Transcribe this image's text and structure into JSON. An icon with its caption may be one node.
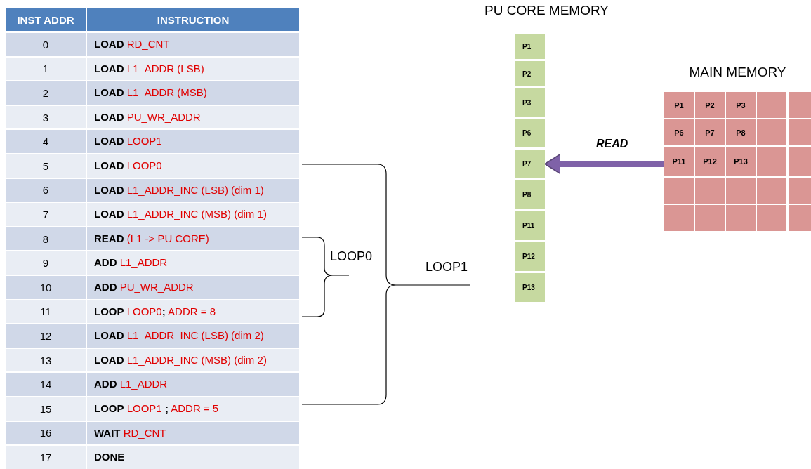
{
  "diagram": {
    "nodes": [
      {
        "text": [
          "PU CORE MEMORY"
        ]
      },
      {
        "text": [
          "P1"
        ],
        "in": 0
      },
      {
        "text": [
          "P2"
        ],
        "in": 0
      },
      {
        "text": [
          "P3"
        ],
        "in": 0
      },
      {
        "text": [
          "P6"
        ],
        "in": 0
      },
      {
        "text": [
          "P7"
        ],
        "in": 0
      },
      {
        "text": [
          "P8"
        ],
        "in": 0
      },
      {
        "text": [
          "P11"
        ],
        "in": 0
      },
      {
        "text": [
          "P12"
        ],
        "in": 0
      },
      {
        "text": [
          "P13"
        ],
        "in": 0
      },
      {
        "text": [
          "MAIN MEMORY"
        ]
      },
      {
        "text": [
          "P1"
        ],
        "in": 10
      },
      {
        "text": [
          "P2"
        ],
        "in": 10
      },
      {
        "text": [
          "P3"
        ],
        "in": 10
      },
      {
        "text": [],
        "shape": "box",
        "in": 10
      },
      {
        "text": [],
        "shape": "box",
        "in": 10
      },
      {
        "text": [
          "P6"
        ],
        "in": 10
      },
      {
        "text": [
          "P7"
        ],
        "in": 10
      },
      {
        "text": [
          "P8"
        ],
        "in": 10
      },
      {
        "text": [],
        "shape": "box",
        "in": 10
      },
      {
        "text": [],
        "shape": "box",
        "in": 10
      },
      {
        "text": [
          "P11"
        ],
        "in": 10
      },
      {
        "text": [
          "P12"
        ],
        "in": 10
      },
      {
        "text": [
          "P13"
        ],
        "in": 10
      },
      {
        "text": [],
        "shape": "box",
        "in": 10
      },
      {
        "text": [],
        "shape": "box",
        "in": 10
      },
      {
        "text": [],
        "shape": "box",
        "in": 10
      },
      {
        "text": [],
        "shape": "box",
        "in": 10
      },
      {
        "text": [],
        "shape": "box",
        "in": 10
      },
      {
        "text": [],
        "shape": "box",
        "in": 10
      },
      {
        "text": [],
        "shape": "box",
        "in": 10
      },
      {
        "text": [],
        "shape": "box",
        "in": 10
      },
      {
        "text": [],
        "shape": "box",
        "in": 10
      },
      {
        "text": [],
        "shape": "box",
        "in": 10
      },
      {
        "text": [],
        "shape": "box",
        "in": 10
      },
      {
        "text": [],
        "shape": "box",
        "in": 10
      }
    ],
    "edges": [
      {
        "from": 10,
        "to": 5,
        "arrow": "to",
        "label": "READ",
        "color": "#7f62a8"
      }
    ],
    "labels": [
      "INST ADDR",
      "INSTRUCTION",
      "0",
      "**LOAD** RD_CNT",
      "1",
      "**LOAD** L1_ADDR (LSB)",
      "2",
      "**LOAD** L1_ADDR (MSB)",
      "3",
      "**LOAD** PU_WR_ADDR",
      "4",
      "**LOAD** LOOP1",
      "5",
      "**LOAD** LOOP0",
      "6",
      "**LOAD** L1_ADDR_INC (LSB) (dim 1)",
      "7",
      "**LOAD** L1_ADDR_INC (MSB) (dim 1)",
      "8",
      "**READ** (L1 -> PU CORE)",
      "9",
      "**ADD** L1_ADDR",
      "10",
      "**ADD** PU_WR_ADDR",
      "11",
      "**LOOP** LOOP0**;** ADDR = 8",
      "12",
      "**LOAD** L1_ADDR_INC (LSB) (dim 2)",
      "13",
      "**LOAD** L1_ADDR_INC (MSB) (dim 2)",
      "14",
      "**ADD** L1_ADDR",
      "15",
      "**LOOP** LOOP1 **;** ADDR = 5",
      "16",
      "**WAIT** RD_CNT",
      "17",
      "DONE",
      "LOOP0",
      "LOOP1"
    ]
  }
}
